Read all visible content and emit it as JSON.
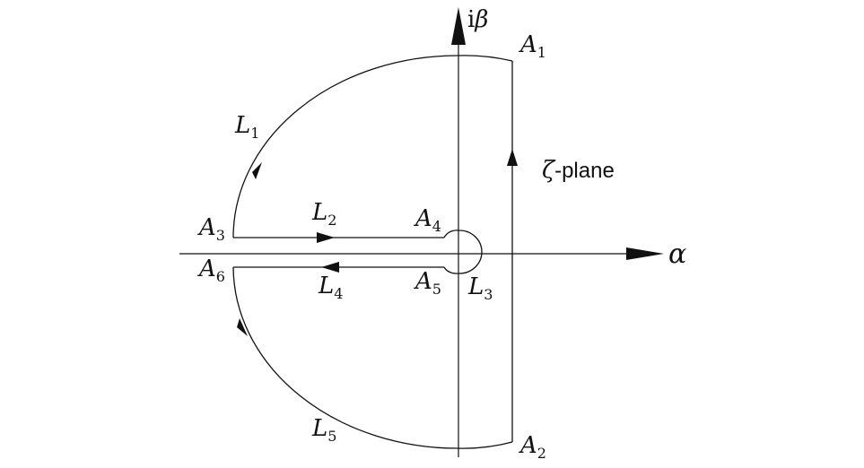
{
  "axes": {
    "horizontal_label": "α",
    "vertical_label_prefix": "i",
    "vertical_label_symbol": "β"
  },
  "plane": {
    "symbol": "ζ",
    "text": "-plane"
  },
  "points": [
    {
      "id": "A1",
      "main": "A",
      "sub": "1"
    },
    {
      "id": "A2",
      "main": "A",
      "sub": "2"
    },
    {
      "id": "A3",
      "main": "A",
      "sub": "3"
    },
    {
      "id": "A4",
      "main": "A",
      "sub": "4"
    },
    {
      "id": "A5",
      "main": "A",
      "sub": "5"
    },
    {
      "id": "A6",
      "main": "A",
      "sub": "6"
    }
  ],
  "paths": [
    {
      "id": "L1",
      "main": "L",
      "sub": "1"
    },
    {
      "id": "L2",
      "main": "L",
      "sub": "2"
    },
    {
      "id": "L3",
      "main": "L",
      "sub": "3"
    },
    {
      "id": "L4",
      "main": "L",
      "sub": "4"
    },
    {
      "id": "L5",
      "main": "L",
      "sub": "5"
    }
  ]
}
